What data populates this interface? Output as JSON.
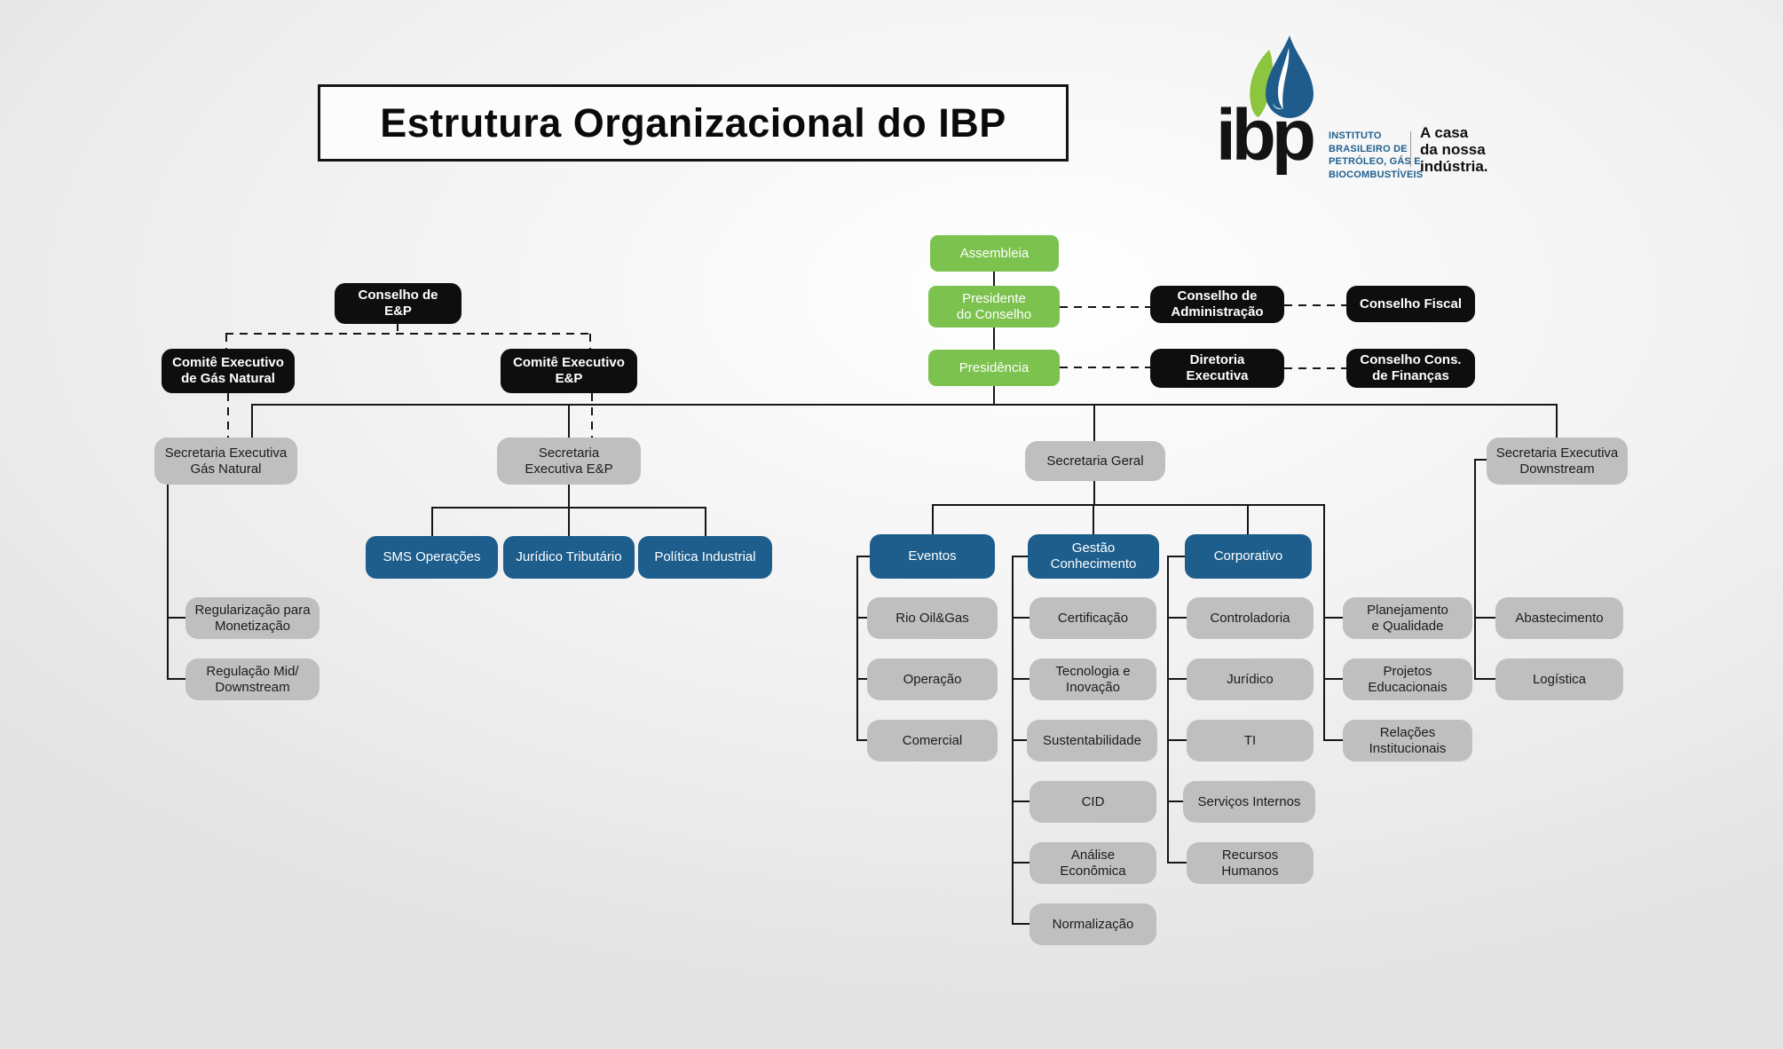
{
  "title": "Estrutura Organizacional do IBP",
  "logo": {
    "brand": "ibp",
    "institute": "INSTITUTO\nBRASILEIRO DE\nPETRÓLEO, GÁS E\nBIOCOMBUSTÍVEIS",
    "tagline": "A casa\nda nossa\nindústria.",
    "drop_blue": "#1f5c8b",
    "leaf_green": "#8cc63f"
  },
  "colors": {
    "green_box": "#7cc24e",
    "black_box": "#0e0e0e",
    "gray_box": "#bfbfbf",
    "blue_box": "#1d5e8c",
    "line": "#161616"
  },
  "nodes": {
    "assembleia": "Assembleia",
    "presidente_conselho": "Presidente\ndo Conselho",
    "presidencia": "Presidência",
    "conselho_ep": "Conselho de\nE&P",
    "comite_gas": "Comitê Executivo\nde Gás Natural",
    "comite_ep": "Comitê Executivo\nE&P",
    "conselho_adm": "Conselho de\nAdministração",
    "conselho_fiscal": "Conselho Fiscal",
    "diretoria_exec": "Diretoria\nExecutiva",
    "conselho_financas": "Conselho Cons.\nde Finanças",
    "sec_gas": "Secretaria Executiva\nGás Natural",
    "sec_ep": "Secretaria\nExecutiva E&P",
    "sec_geral": "Secretaria Geral",
    "sec_down": "Secretaria Executiva\nDownstream",
    "sms_operacoes": "SMS Operações",
    "juridico_tributario": "Jurídico Tributário",
    "politica_industrial": "Política Industrial",
    "eventos": "Eventos",
    "gestao_conhecimento": "Gestão\nConhecimento",
    "corporativo": "Corporativo",
    "regularizacao": "Regularização para\nMonetização",
    "regulacao": "Regulação Mid/\nDownstream",
    "rio_oilgas": "Rio Oil&Gas",
    "operacao": "Operação",
    "comercial": "Comercial",
    "certificacao": "Certificação",
    "tecnologia": "Tecnologia e\nInovação",
    "sustentabilidade": "Sustentabilidade",
    "cid": "CID",
    "analise": "Análise\nEconômica",
    "normalizacao": "Normalização",
    "controladoria": "Controladoria",
    "juridico": "Jurídico",
    "ti": "TI",
    "servicos_internos": "Serviços Internos",
    "recursos_humanos": "Recursos\nHumanos",
    "planejamento": "Planejamento\ne Qualidade",
    "projetos": "Projetos\nEducacionais",
    "relacoes": "Relações\nInstitucionais",
    "abastecimento": "Abastecimento",
    "logistica": "Logística"
  }
}
